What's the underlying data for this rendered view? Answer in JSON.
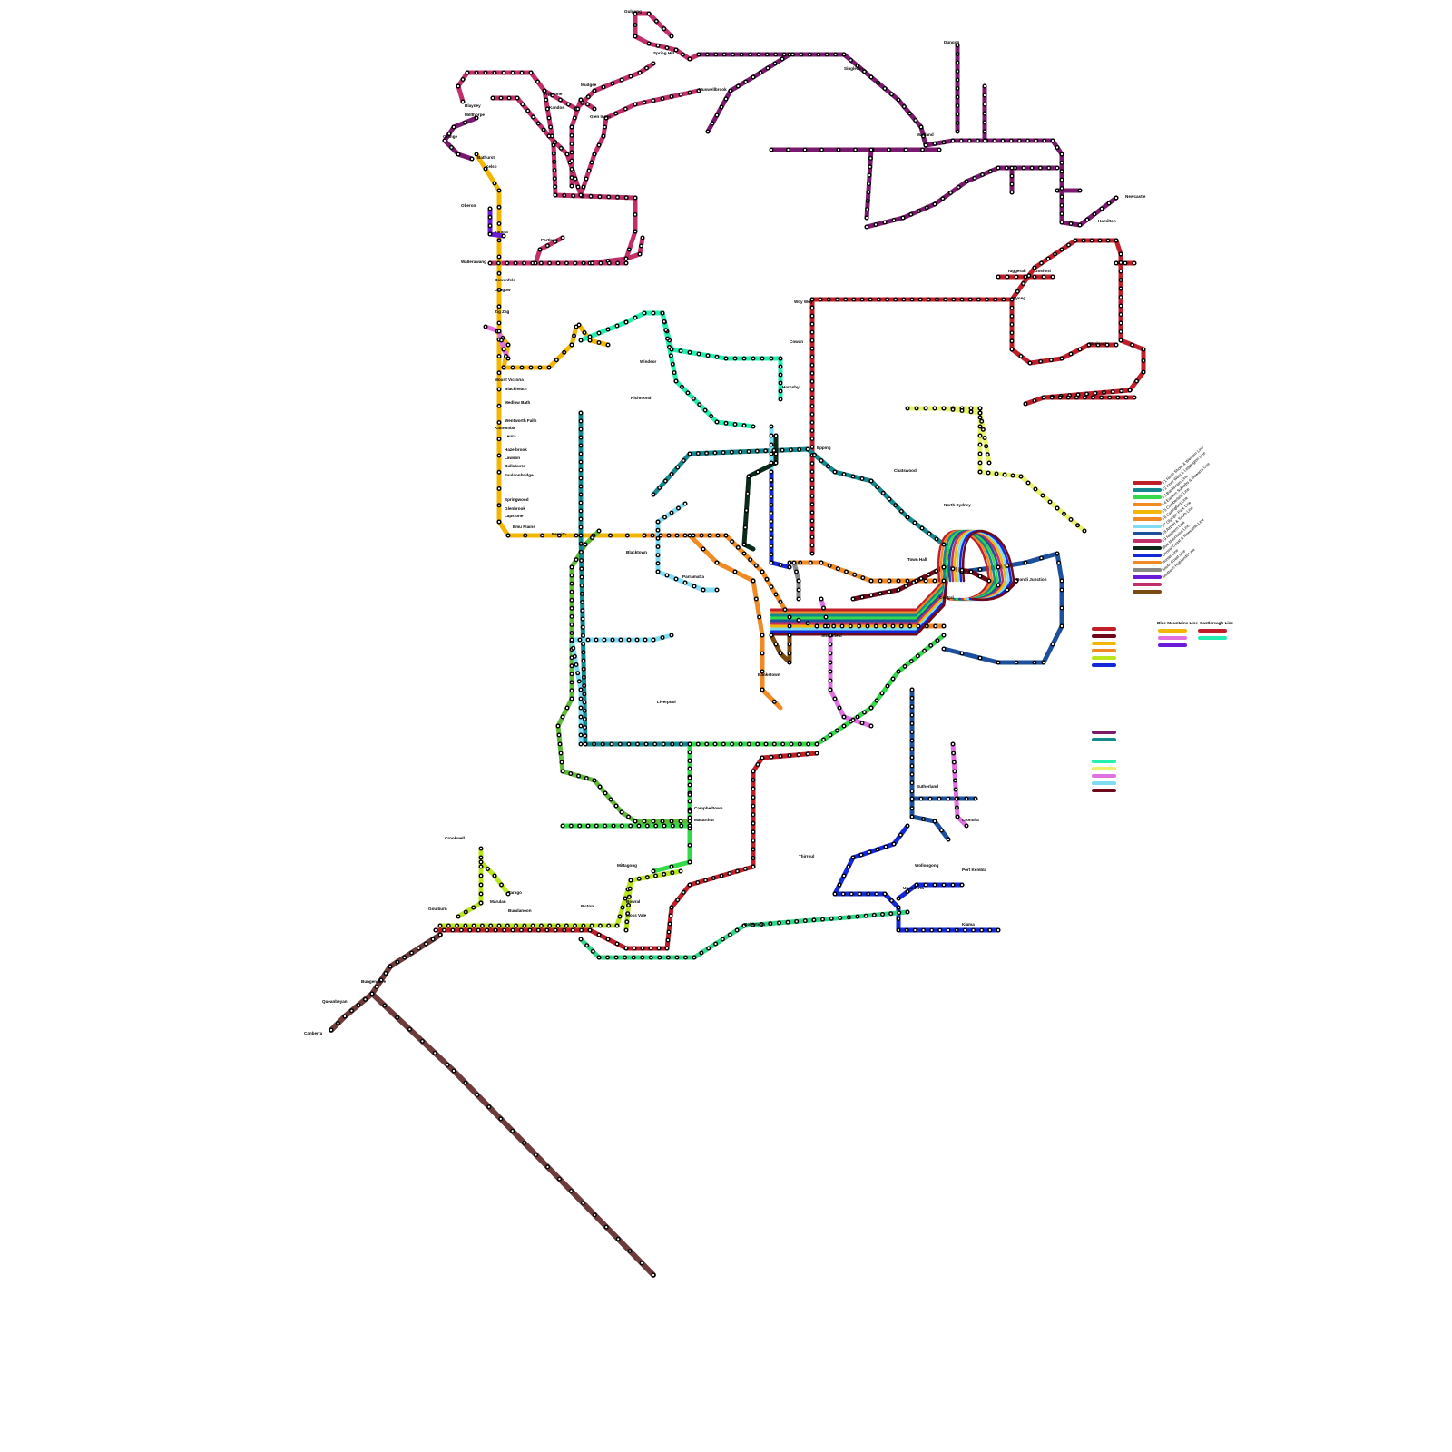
{
  "colors": {
    "magenta": "#c2306b",
    "purple": "#7a1a6e",
    "darkred": "#c01f2a",
    "yellow": "#f2b705",
    "teal": "#13898f",
    "orange": "#f08a24",
    "lightblue": "#7fdcf2",
    "green": "#33d94a",
    "lime": "#b8e61f",
    "paleyellow": "#e9f26b",
    "navy": "#1c4f9c",
    "brown": "#6e3b3b",
    "olive": "#5fba3a",
    "blue": "#1328d8",
    "violet": "#6a1bd8",
    "pink": "#e070e0",
    "aqua": "#22f0b0",
    "mint": "#30d888",
    "black": "#0b2a1a",
    "maroon": "#6e0a1a",
    "grey": "#888888",
    "brown2": "#7a4a10"
  },
  "stations": [
    {
      "name": "Gulgong",
      "kind": "major"
    },
    {
      "name": "Goulburn",
      "kind": "major"
    },
    {
      "name": "Canberra",
      "kind": "major"
    },
    {
      "name": "Orange",
      "kind": "major"
    },
    {
      "name": "Bathurst",
      "kind": "major"
    },
    {
      "name": "Lithgow",
      "kind": "major"
    },
    {
      "name": "Mount Victoria",
      "kind": "major"
    },
    {
      "name": "Katoomba",
      "kind": "major"
    },
    {
      "name": "Penrith",
      "kind": "major"
    },
    {
      "name": "Richmond",
      "kind": "major"
    },
    {
      "name": "Gosford",
      "kind": "major"
    },
    {
      "name": "Hornsby",
      "kind": "major"
    },
    {
      "name": "Epping",
      "kind": "major"
    },
    {
      "name": "Parramatta",
      "kind": "major"
    },
    {
      "name": "Strathfield",
      "kind": "major"
    },
    {
      "name": "Central",
      "kind": "major"
    },
    {
      "name": "Town Hall",
      "kind": "major"
    },
    {
      "name": "North Sydney",
      "kind": "major"
    },
    {
      "name": "Chatswood",
      "kind": "major"
    },
    {
      "name": "Bondi Junction",
      "kind": "major"
    },
    {
      "name": "Liverpool",
      "kind": "major"
    },
    {
      "name": "Campbelltown",
      "kind": "major"
    },
    {
      "name": "Sutherland",
      "kind": "major"
    },
    {
      "name": "Cronulla",
      "kind": "major"
    },
    {
      "name": "Wollongong",
      "kind": "major"
    },
    {
      "name": "Newcastle",
      "kind": "major"
    },
    {
      "name": "Maitland",
      "kind": "major"
    },
    {
      "name": "Bankstown",
      "kind": "major"
    },
    {
      "name": "Blacktown",
      "kind": "major"
    },
    {
      "name": "Cowan",
      "kind": "major"
    },
    {
      "name": "Macarthur",
      "kind": "major"
    },
    {
      "name": "Mittagong",
      "kind": "major"
    },
    {
      "name": "Moss Vale",
      "kind": "major"
    },
    {
      "name": "Bowral",
      "kind": "major"
    },
    {
      "name": "Picton",
      "kind": "major"
    },
    {
      "name": "Thirroul",
      "kind": "major"
    },
    {
      "name": "Unanderra",
      "kind": "major"
    },
    {
      "name": "Port Kembla",
      "kind": "major"
    },
    {
      "name": "Kiama",
      "kind": "major"
    },
    {
      "name": "Singleton",
      "kind": "major"
    },
    {
      "name": "Muswellbrook",
      "kind": "major"
    },
    {
      "name": "Dungog",
      "kind": "major"
    },
    {
      "name": "Hamilton",
      "kind": "major"
    },
    {
      "name": "Morisset",
      "kind": "major"
    },
    {
      "name": "Woy Woy",
      "kind": "major"
    },
    {
      "name": "Wyong",
      "kind": "major"
    },
    {
      "name": "Tuggerah",
      "kind": "major"
    },
    {
      "name": "Windsor",
      "kind": "major"
    },
    {
      "name": "Emu Plains",
      "kind": "major"
    },
    {
      "name": "Springwood",
      "kind": "major"
    },
    {
      "name": "Wentworth Falls",
      "kind": "major"
    },
    {
      "name": "Blackheath",
      "kind": "major"
    },
    {
      "name": "Leura",
      "kind": "major"
    },
    {
      "name": "Lapstone",
      "kind": "major"
    },
    {
      "name": "Glenbrook",
      "kind": "major"
    },
    {
      "name": "Faulconbridge",
      "kind": "major"
    },
    {
      "name": "Hazelbrook",
      "kind": "major"
    },
    {
      "name": "Lawson",
      "kind": "major"
    },
    {
      "name": "Bullaburra",
      "kind": "major"
    },
    {
      "name": "Medlow Bath",
      "kind": "major"
    },
    {
      "name": "Zig Zag",
      "kind": "major"
    },
    {
      "name": "Kelso",
      "kind": "major"
    },
    {
      "name": "Tarana",
      "kind": "major"
    },
    {
      "name": "Wallerawang",
      "kind": "major"
    },
    {
      "name": "Bowenfels",
      "kind": "major"
    },
    {
      "name": "Portland",
      "kind": "major"
    },
    {
      "name": "Kandos",
      "kind": "major"
    },
    {
      "name": "Rylstone",
      "kind": "major"
    },
    {
      "name": "Mudgee",
      "kind": "major"
    },
    {
      "name": "Glen Innes",
      "kind": "major"
    },
    {
      "name": "Blayney",
      "kind": "major"
    },
    {
      "name": "Millthorpe",
      "kind": "major"
    },
    {
      "name": "Spring Hill",
      "kind": "major"
    },
    {
      "name": "Oberon",
      "kind": "major"
    },
    {
      "name": "Bundanoon",
      "kind": "major"
    },
    {
      "name": "Marulan",
      "kind": "major"
    },
    {
      "name": "Tarago",
      "kind": "major"
    },
    {
      "name": "Bungendore",
      "kind": "major"
    },
    {
      "name": "Queanbeyan",
      "kind": "major"
    },
    {
      "name": "Crookwell",
      "kind": "major"
    },
    {
      "name": "Robertson",
      "kind": "major"
    }
  ],
  "legend": {
    "row_labels": [
      "T1 North Shore & Western Line",
      "T2 Inner West & Leppington Line",
      "T3 Bankstown Line",
      "T4 Eastern Suburbs & Illawarra Line",
      "T5 Cumberland Line",
      "T6 Carlingford Line",
      "T7 Olympic Park Line",
      "T8 Airport & South Line",
      "T9 Northern Line",
      "Blue Mountains Line",
      "Central Coast & Newcastle Line",
      "Hunter Line",
      "South Coast Line",
      "Southern Highlands Line"
    ],
    "header_blue_mountains": "Blue Mountains Line",
    "header_castlereagh": "Castlereagh Line"
  }
}
